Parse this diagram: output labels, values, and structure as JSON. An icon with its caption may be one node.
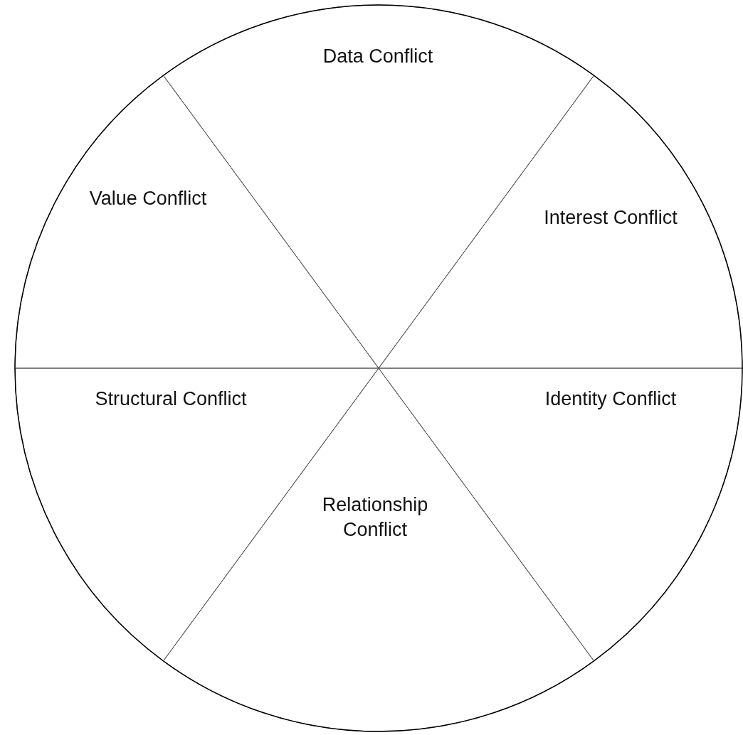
{
  "diagram": {
    "nodes": [
      {
        "text": [
          "Data Conflict"
        ]
      },
      {
        "text": [
          "Value Conflict"
        ]
      },
      {
        "text": [
          "Interest Conflict"
        ]
      },
      {
        "text": [
          "Structural Conflict"
        ]
      },
      {
        "text": [
          "Identity Conflict"
        ]
      },
      {
        "text": [
          "Relationship Conflict"
        ]
      }
    ]
  }
}
